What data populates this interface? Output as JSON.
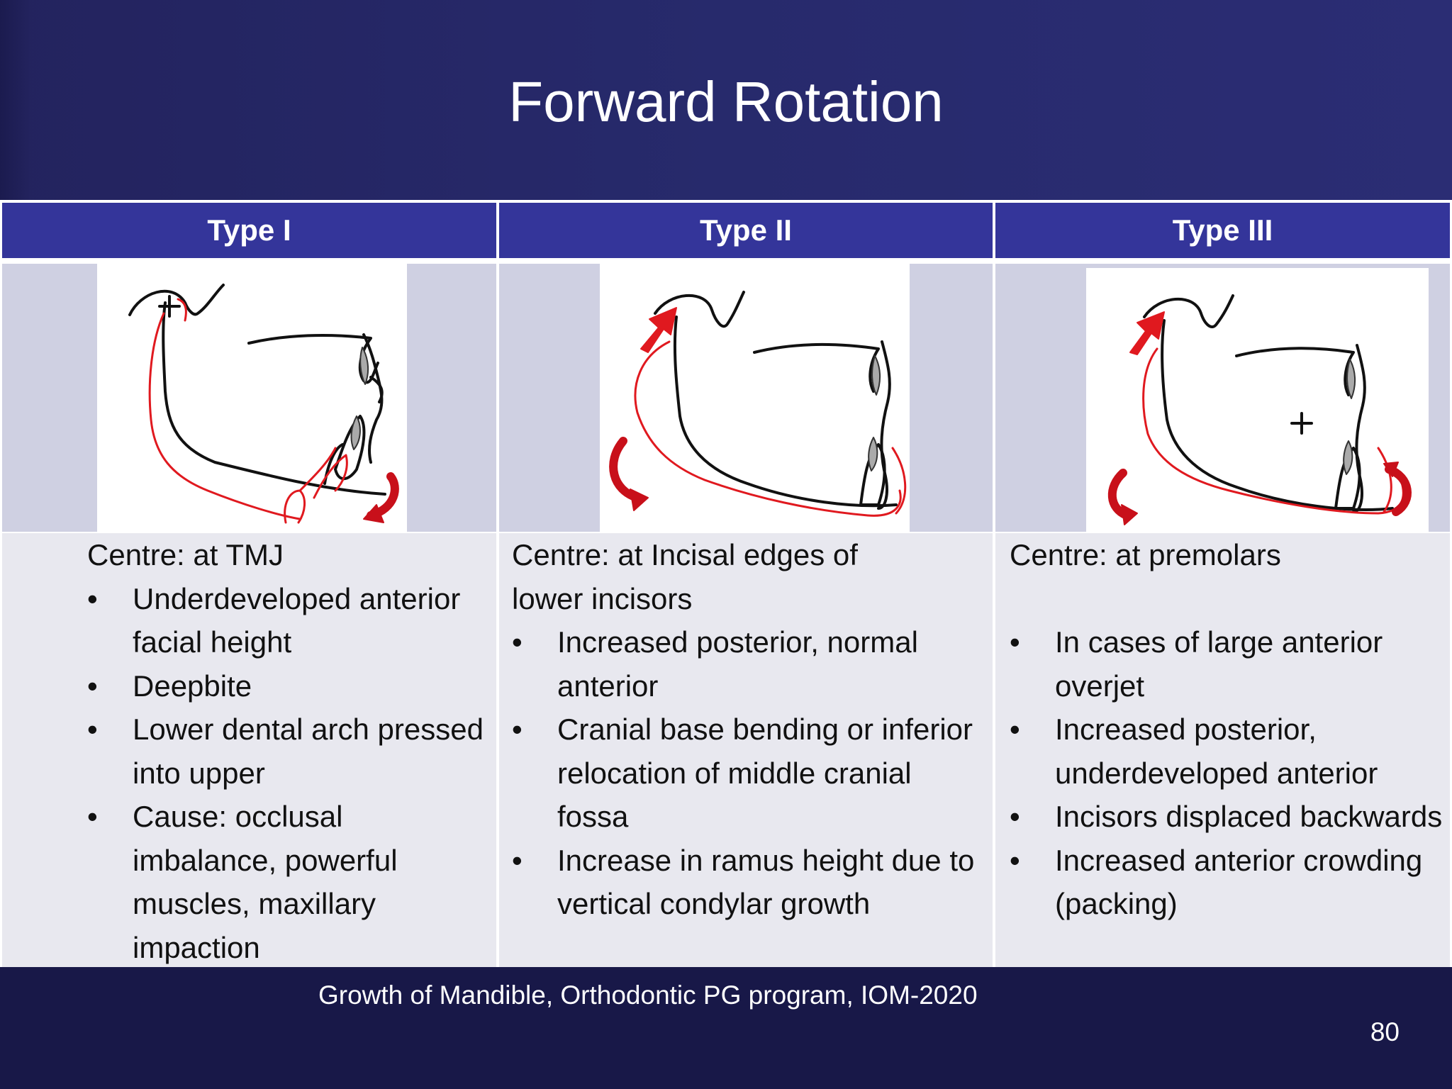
{
  "slide": {
    "title": "Forward Rotation",
    "footer": "Growth of Mandible, Orthodontic PG program, IOM-2020",
    "page_number": "80"
  },
  "columns": [
    {
      "header": "Type I",
      "centre": "Centre: at TMJ",
      "bullets": [
        "Underdeveloped anterior facial height",
        "Deepbite",
        "Lower dental arch pressed into upper",
        "Cause: occlusal imbalance, powerful muscles, maxillary impaction"
      ]
    },
    {
      "header": "Type II",
      "centre": "Centre: at  Incisal edges of lower incisors",
      "bullets": [
        "Increased posterior, normal anterior",
        "Cranial base bending or inferior relocation of middle cranial fossa",
        "Increase in ramus height due to vertical condylar growth"
      ]
    },
    {
      "header": "Type  III",
      "centre": "Centre: at premolars",
      "bullets": [
        "In cases of large anterior overjet",
        "Increased posterior, underdeveloped anterior",
        "Incisors displaced backwards",
        "Increased anterior crowding (packing)"
      ]
    }
  ],
  "colors": {
    "title_band": "#272a6c",
    "header_cell": "#34359a",
    "text_cell": "#e8e8ef",
    "image_cell": "#cfd0e2",
    "footer": "#181848",
    "red_outline": "#e0191f",
    "black_outline": "#111111"
  }
}
